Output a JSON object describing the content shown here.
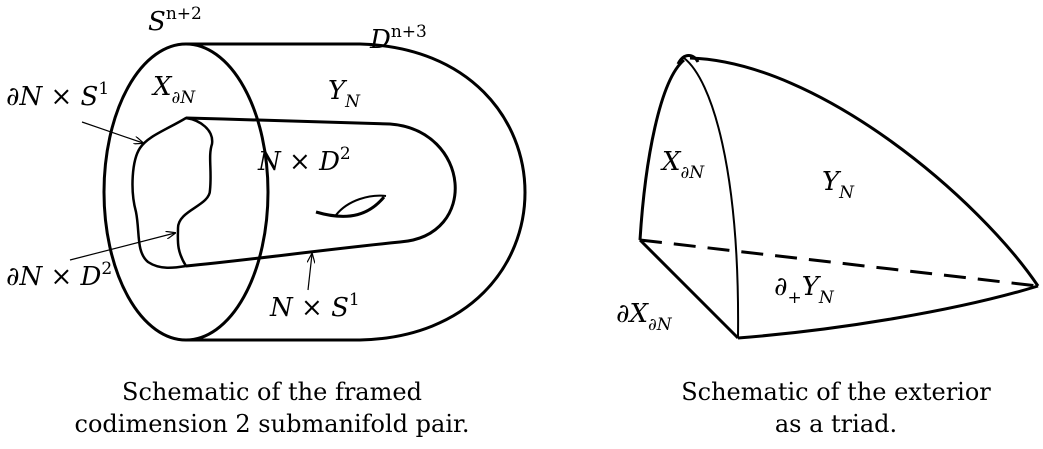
{
  "left_figure": {
    "labels": {
      "sphere": "S",
      "sphere_sup": "n+2",
      "disk": "D",
      "disk_sup": "n+3",
      "x_boundary": "X",
      "x_boundary_sub": "∂N",
      "y_region": "Y",
      "y_region_sub": "N",
      "boundary_circle_bundle": "∂N × S",
      "boundary_circle_bundle_sup": "1",
      "normal_disk_bundle": "N × D",
      "normal_disk_bundle_sup": "2",
      "boundary_disk_bundle": "∂N × D",
      "boundary_disk_bundle_sup": "2",
      "normal_circle_bundle": "N × S",
      "normal_circle_bundle_sup": "1"
    },
    "caption_line1": "Schematic of the framed",
    "caption_line2": "codimension 2 submanifold pair."
  },
  "right_figure": {
    "labels": {
      "x_boundary": "X",
      "x_boundary_sub": "∂N",
      "y_region": "Y",
      "y_region_sub": "N",
      "partial_plus": "∂",
      "partial_plus_sub": "+",
      "partial_plus_y": "Y",
      "partial_plus_y_sub": "N",
      "partial_x": "∂X",
      "partial_x_sub": "∂N"
    },
    "caption_line1": "Schematic of the exterior",
    "caption_line2": "as a triad."
  }
}
